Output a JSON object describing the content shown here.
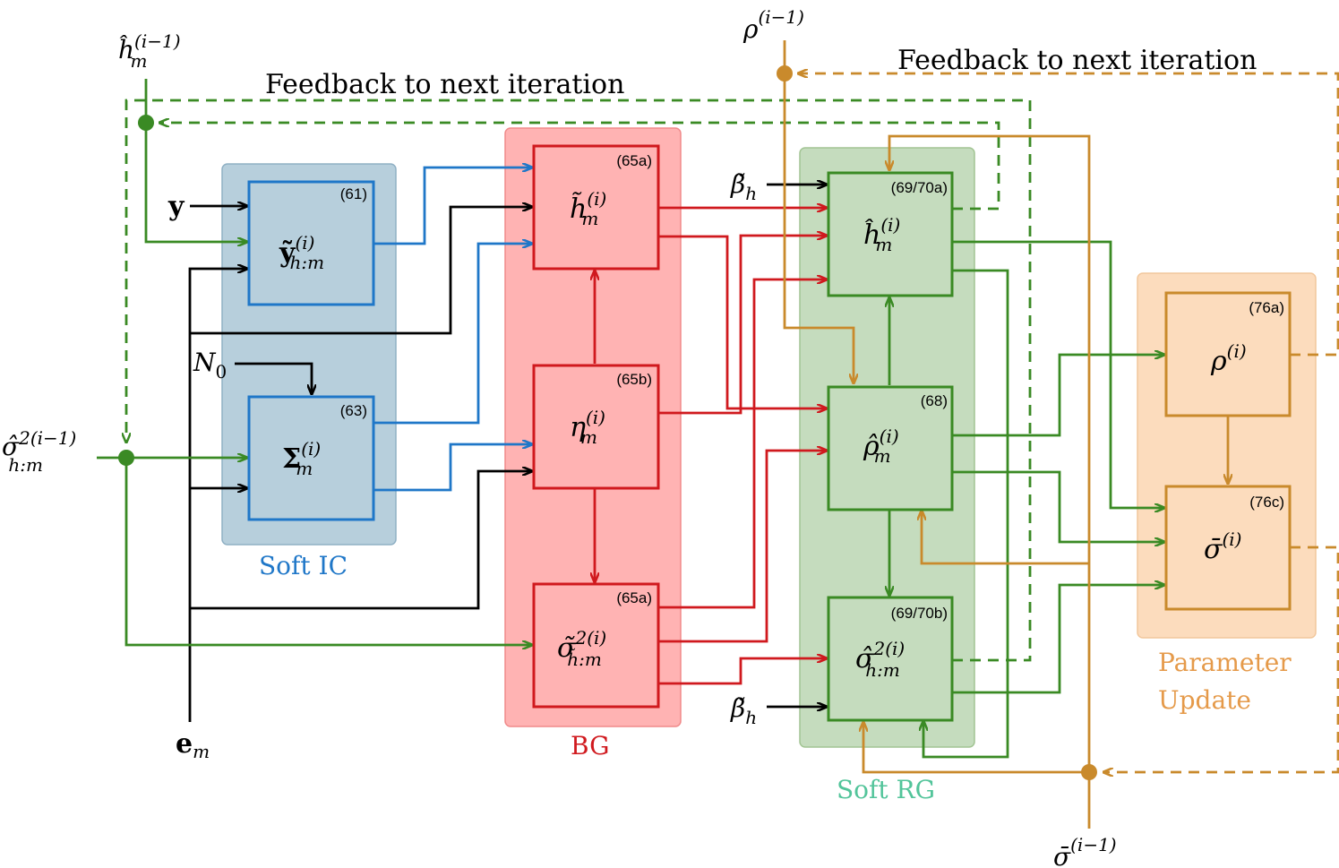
{
  "colors": {
    "black": "#000000",
    "blue": "#1f77c8",
    "red": "#d0191e",
    "green": "#3a8a24",
    "orange": "#c98a2c",
    "blue_fill": "#b7cfdc",
    "red_fill": "#ffb3b3",
    "green_fill": "#c5dcbe",
    "orange_fill": "#fcdcbd"
  },
  "titles": {
    "feedback_left": "Feedback to next iteration",
    "feedback_right": "Feedback to next iteration"
  },
  "groups": {
    "soft_ic": "Soft IC",
    "bg": "BG",
    "soft_rg": "Soft RG",
    "param_line1": "Parameter",
    "param_line2": "Update"
  },
  "blocks": {
    "y_tilde": {
      "tag": "(61)",
      "main": "ỹ",
      "sup": "(i)",
      "sub": "h:m"
    },
    "sigma_cov": {
      "tag": "(63)",
      "main": "Σ",
      "sup": "(i)",
      "sub": "m"
    },
    "h_tilde": {
      "tag": "(65a)",
      "main": "h̃",
      "sup": "(i)",
      "sub": "m"
    },
    "eta": {
      "tag": "(65b)",
      "main": "η",
      "sup": "(i)",
      "sub": "m"
    },
    "sigma_tilde": {
      "tag": "(65a)",
      "main": "σ̃",
      "sup": "2(i)",
      "sub": "h̃:m"
    },
    "h_hat": {
      "tag": "(69/70a)",
      "main": "ĥ",
      "sup": "(i)",
      "sub": "m"
    },
    "rho_hat": {
      "tag": "(68)",
      "main": "ρ̂",
      "sup": "(i)",
      "sub": "m"
    },
    "sigma_hat": {
      "tag": "(69/70b)",
      "main": "σ̂",
      "sup": "2(i)",
      "sub": "h:m"
    },
    "rho": {
      "tag": "(76a)",
      "main": "ρ",
      "sup": "(i)",
      "sub": ""
    },
    "sigma_bar": {
      "tag": "(76c)",
      "main": "σ̄",
      "sup": "(i)",
      "sub": ""
    }
  },
  "inputs": {
    "h_prev": {
      "main": "ĥ",
      "sup": "(i−1)",
      "sub": "m"
    },
    "sigma_prev": {
      "main": "σ̂",
      "sup": "2(i−1)",
      "sub": "h:m"
    },
    "y": {
      "main": "y"
    },
    "N0": {
      "main": "N",
      "sub": "0"
    },
    "e_m": {
      "main": "e",
      "sub": "m"
    },
    "beta_top": {
      "main": "β̃",
      "sub": "h"
    },
    "beta_bottom": {
      "main": "β̃",
      "sub": "h"
    },
    "rho_prev": {
      "main": "ρ",
      "sup": "(i−1)"
    },
    "sigma_bar_prev": {
      "main": "σ̄",
      "sup": "(i−1)"
    }
  }
}
